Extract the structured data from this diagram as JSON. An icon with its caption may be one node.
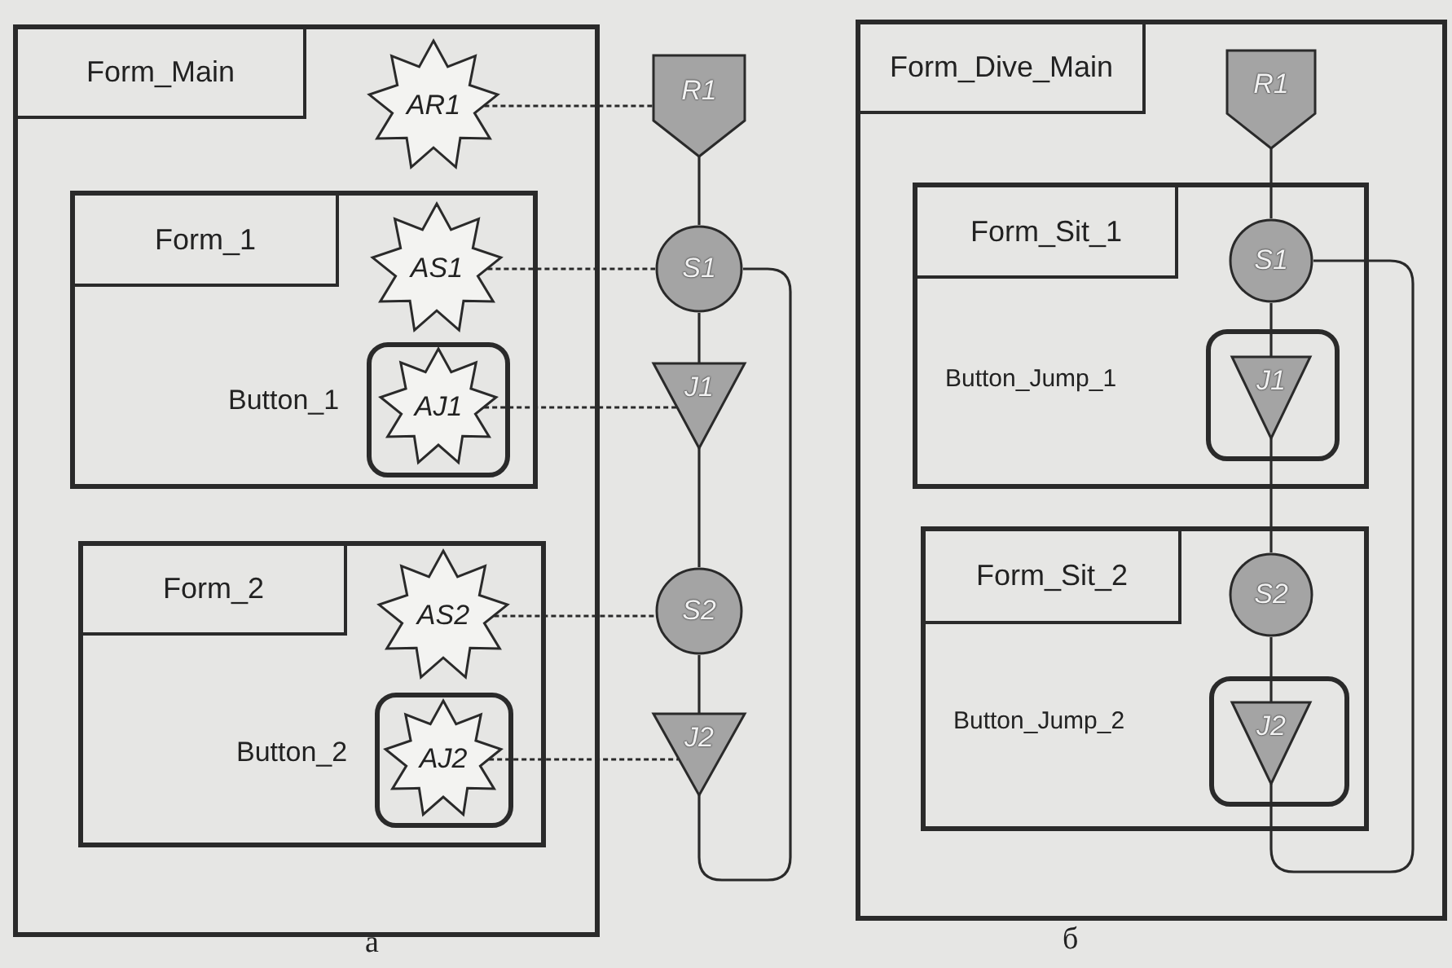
{
  "diagram": {
    "nodes": [
      {
        "text": [
          "Form_Main"
        ]
      },
      {
        "text": [
          "AR1"
        ],
        "in": 0
      },
      {
        "text": [
          "Form_1"
        ],
        "in": 0
      },
      {
        "text": [
          "AS1"
        ],
        "in": 2
      },
      {
        "text": [],
        "shape": "box",
        "in": 2,
        "beside": [
          "Button_1"
        ]
      },
      {
        "text": [
          "AJ1"
        ],
        "in": 4
      },
      {
        "text": [
          "Form_2"
        ],
        "in": 0
      },
      {
        "text": [
          "AS2"
        ],
        "in": 6
      },
      {
        "text": [],
        "shape": "box",
        "in": 6,
        "beside": [
          "Button_2"
        ]
      },
      {
        "text": [
          "AJ2"
        ],
        "in": 8
      },
      {
        "text": [
          "R1"
        ]
      },
      {
        "text": [
          "S1"
        ]
      },
      {
        "text": [
          "J1"
        ]
      },
      {
        "text": [
          "S2"
        ]
      },
      {
        "text": [
          "J2"
        ]
      },
      {
        "text": [
          "Form_Dive_Main"
        ]
      },
      {
        "text": [
          "R1"
        ],
        "in": 15
      },
      {
        "text": [
          "Form_Sit_1"
        ],
        "in": 15
      },
      {
        "text": [
          "S1"
        ],
        "in": 17
      },
      {
        "text": [],
        "shape": "box",
        "in": 17,
        "beside": [
          "Button_Jump_1"
        ]
      },
      {
        "text": [
          "J1"
        ],
        "in": 19
      },
      {
        "text": [
          "Form_Sit_2"
        ],
        "in": 15
      },
      {
        "text": [
          "S2"
        ],
        "in": 21
      },
      {
        "text": [],
        "shape": "box",
        "in": 21,
        "beside": [
          "Button_Jump_2"
        ]
      },
      {
        "text": [
          "J2"
        ],
        "in": 23
      }
    ],
    "edges": [
      {
        "from": 1,
        "to": 10,
        "arrow": "none",
        "style": "dashed"
      },
      {
        "from": 3,
        "to": 11,
        "arrow": "none",
        "style": "dashed"
      },
      {
        "from": 5,
        "to": 12,
        "arrow": "none",
        "style": "dashed"
      },
      {
        "from": 7,
        "to": 13,
        "arrow": "none",
        "style": "dashed"
      },
      {
        "from": 9,
        "to": 14,
        "arrow": "none",
        "style": "dashed"
      },
      {
        "from": 10,
        "to": 11,
        "arrow": "none"
      },
      {
        "from": 11,
        "to": 12,
        "arrow": "none"
      },
      {
        "from": 12,
        "to": 13,
        "arrow": "none"
      },
      {
        "from": 13,
        "to": 14,
        "arrow": "none"
      },
      {
        "from": 11,
        "to": 14,
        "arrow": "none"
      },
      {
        "from": 16,
        "to": 18,
        "arrow": "none"
      },
      {
        "from": 18,
        "to": 20,
        "arrow": "none"
      },
      {
        "from": 20,
        "to": 22,
        "arrow": "none"
      },
      {
        "from": 22,
        "to": 24,
        "arrow": "none"
      },
      {
        "from": 18,
        "to": 24,
        "arrow": "none"
      }
    ],
    "labels": [
      "а",
      "б"
    ]
  }
}
